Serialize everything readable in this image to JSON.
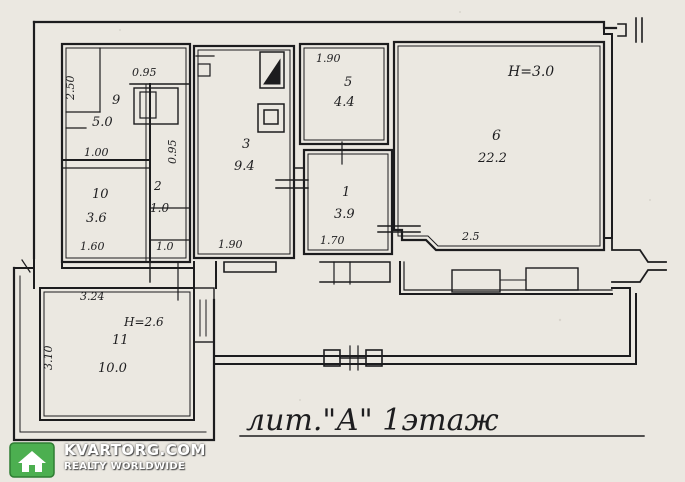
{
  "plan": {
    "ceiling_height_main": "H=3.0",
    "ceiling_height_annex": "H=2.6",
    "caption": "лит.\"А\" 1этаж",
    "rooms": [
      {
        "number": "1",
        "area": "3.9"
      },
      {
        "number": "2",
        "area": "1.0"
      },
      {
        "number": "3",
        "area": "9.4"
      },
      {
        "number": "5",
        "area": "4.4"
      },
      {
        "number": "6",
        "area": "22.2"
      },
      {
        "number": "9",
        "area": "5.0"
      },
      {
        "number": "10",
        "area": "3.6"
      },
      {
        "number": "11",
        "area": "10.0"
      }
    ],
    "dimensions": {
      "d_090": "0.95",
      "d_100": "1.00",
      "d_095": "0.95",
      "d_190_top": "1.90",
      "d_190_bottom": "1.90",
      "d_170": "1.70",
      "d_250": "2.5",
      "d_160": "1.60",
      "d_10_bottom": "1.0",
      "d_324": "3.24",
      "d_310": "3.10",
      "d_250_left": "2.50"
    }
  },
  "watermark": {
    "title": "KVARTORG.COM",
    "subtitle": "REALTY WORLDWIDE",
    "logo_color": "#4caf50"
  }
}
